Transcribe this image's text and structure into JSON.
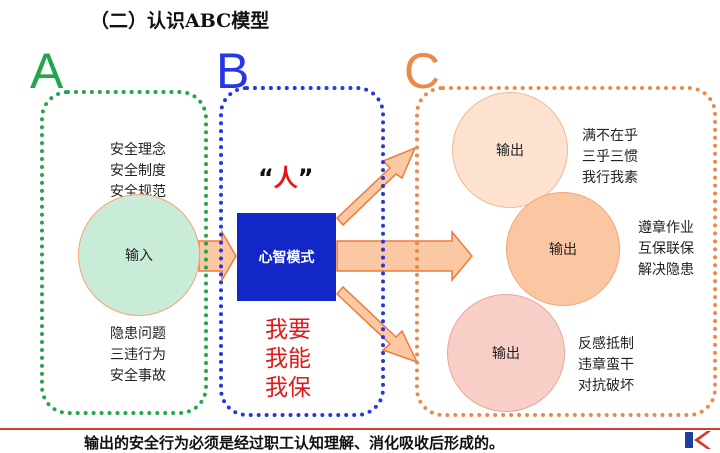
{
  "title": "（二）认识ABC模型",
  "colors": {
    "a": "#22a64a",
    "b": "#2436e6",
    "c": "#e98a48",
    "input_circle": "#c9ecd9",
    "mind_box": "#1327c9",
    "red_text": "#e11818",
    "arrow_fill": "#fbc8a4",
    "arrow_stroke": "#f07a3a"
  },
  "sections": {
    "a": {
      "letter": "A",
      "top_lines": [
        "安全理念",
        "安全制度",
        "安全规范"
      ],
      "circle_label": "输入",
      "bottom_lines": [
        "隐患问题",
        "三违行为",
        "安全事故"
      ]
    },
    "b": {
      "letter": "B",
      "people": {
        "open_quote": "“",
        "char": "人",
        "close_quote": "”"
      },
      "mind_label": "心智模式",
      "red_lines": [
        "我要",
        "我能",
        "我保"
      ]
    },
    "c": {
      "letter": "C",
      "outputs": [
        {
          "label": "输出",
          "lines": [
            "满不在乎",
            "三乎三惯",
            "我行我素"
          ]
        },
        {
          "label": "输出",
          "lines": [
            "遵章作业",
            "互保联保",
            "解决隐患"
          ]
        },
        {
          "label": "输出",
          "lines": [
            "反感抵制",
            "违章蛮干",
            "对抗破坏"
          ]
        }
      ]
    }
  },
  "bottom_text": "输出的安全行为必须是经过职工认知理解、消化吸收后形成的。"
}
